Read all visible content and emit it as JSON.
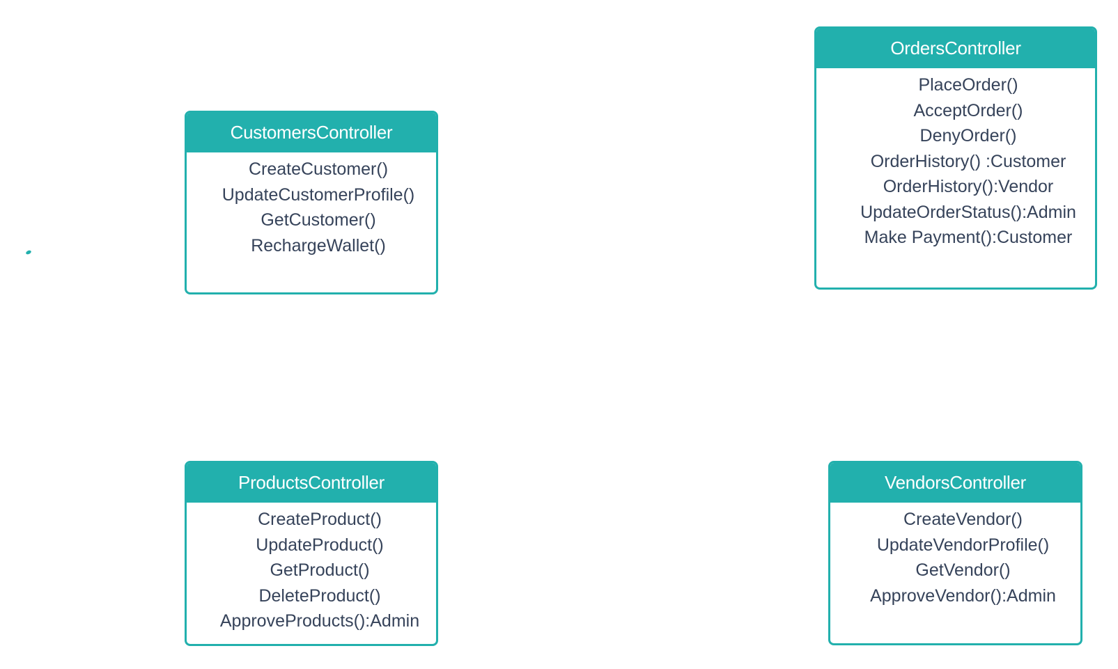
{
  "colors": {
    "accent": "#22b0ad",
    "text": "#36435a",
    "background": "#ffffff"
  },
  "classes": [
    {
      "name": "CustomersController",
      "methods": [
        "CreateCustomer()",
        "UpdateCustomerProfile()",
        "GetCustomer()",
        "RechargeWallet()"
      ]
    },
    {
      "name": "OrdersController",
      "methods": [
        "PlaceOrder()",
        "AcceptOrder()",
        "DenyOrder()",
        "OrderHistory() :Customer",
        "OrderHistory():Vendor",
        "UpdateOrderStatus():Admin",
        "Make Payment():Customer"
      ]
    },
    {
      "name": "ProductsController",
      "methods": [
        "CreateProduct()",
        "UpdateProduct()",
        "GetProduct()",
        "DeleteProduct()",
        "ApproveProducts():Admin"
      ]
    },
    {
      "name": "VendorsController",
      "methods": [
        "CreateVendor()",
        "UpdateVendorProfile()",
        "GetVendor()",
        "ApproveVendor():Admin"
      ]
    }
  ]
}
